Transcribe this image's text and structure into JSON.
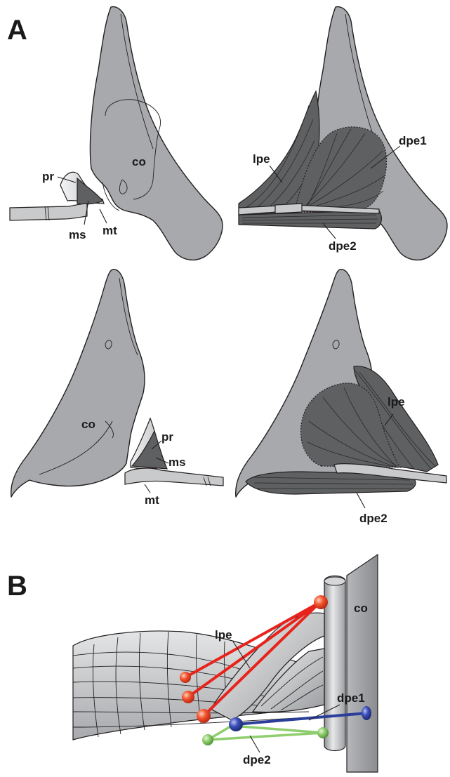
{
  "panels": {
    "a": {
      "letter": "A"
    },
    "b": {
      "letter": "B"
    }
  },
  "labels": {
    "pr": "pr",
    "co": "co",
    "ms": "ms",
    "mt": "mt",
    "lpe": "lpe",
    "dpe1": "dpe1",
    "dpe2": "dpe2"
  },
  "colors": {
    "lpe_sticks": "#e8231c",
    "dpe1_stick": "#2b3f9a",
    "dpe2_sticks": "#8fce6e",
    "bone": "#a7a9ac",
    "muscle": "#5e6062"
  }
}
